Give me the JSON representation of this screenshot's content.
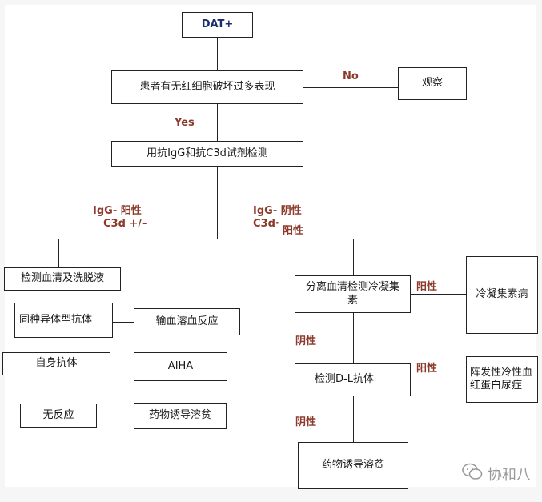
{
  "nodes": {
    "dat": "DAT+",
    "hemolysis": "患者有无红细胞破坏过多表现",
    "observe": "观察",
    "test_reagent": "用抗IgG和抗C3d试剂检测",
    "serum_eluate": "检测血清及洗脱液",
    "alloantibody": "同种异体型抗体",
    "transfusion": "输血溶血反应",
    "autoantibody": "自身抗体",
    "aiha": "AIHA",
    "no_reaction": "无反应",
    "drug_left": "药物诱导溶贫",
    "cold_agglutinin_test": "分离血清检测冷凝集素",
    "cold_disease": "冷凝集素病",
    "dl_test": "检测D-L抗体",
    "pch": "阵发性冷性血红蛋白尿症",
    "drug_right": "药物诱导溶贫"
  },
  "labels": {
    "no": "No",
    "yes": "Yes",
    "igg_pos_1": "IgG- 阳性",
    "igg_pos_2": "C3d +/–",
    "igg_neg_1": "IgG- 阴性",
    "igg_neg_2": "C3d·",
    "igg_neg_3": "阳性",
    "pos_a": "阳性",
    "neg_a": "阴性",
    "pos_b": "阳性",
    "neg_b": "阴性"
  },
  "watermark": {
    "text": "协和八",
    "icon": "wechat-icon"
  }
}
